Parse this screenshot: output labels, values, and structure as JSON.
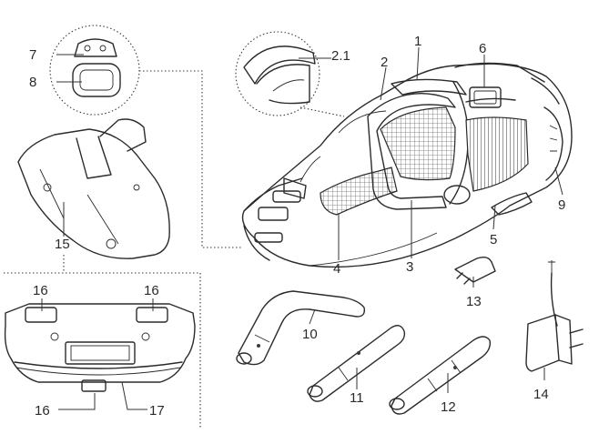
{
  "labels": {
    "l1": "1",
    "l2": "2",
    "l21": "2.1",
    "l3": "3",
    "l4": "4",
    "l5": "5",
    "l6": "6",
    "l7": "7",
    "l8": "8",
    "l9": "9",
    "l10": "10",
    "l11": "11",
    "l12": "12",
    "l13": "13",
    "l14": "14",
    "l15": "15",
    "l16a": "16",
    "l16b": "16",
    "l16c": "16",
    "l17": "17"
  }
}
